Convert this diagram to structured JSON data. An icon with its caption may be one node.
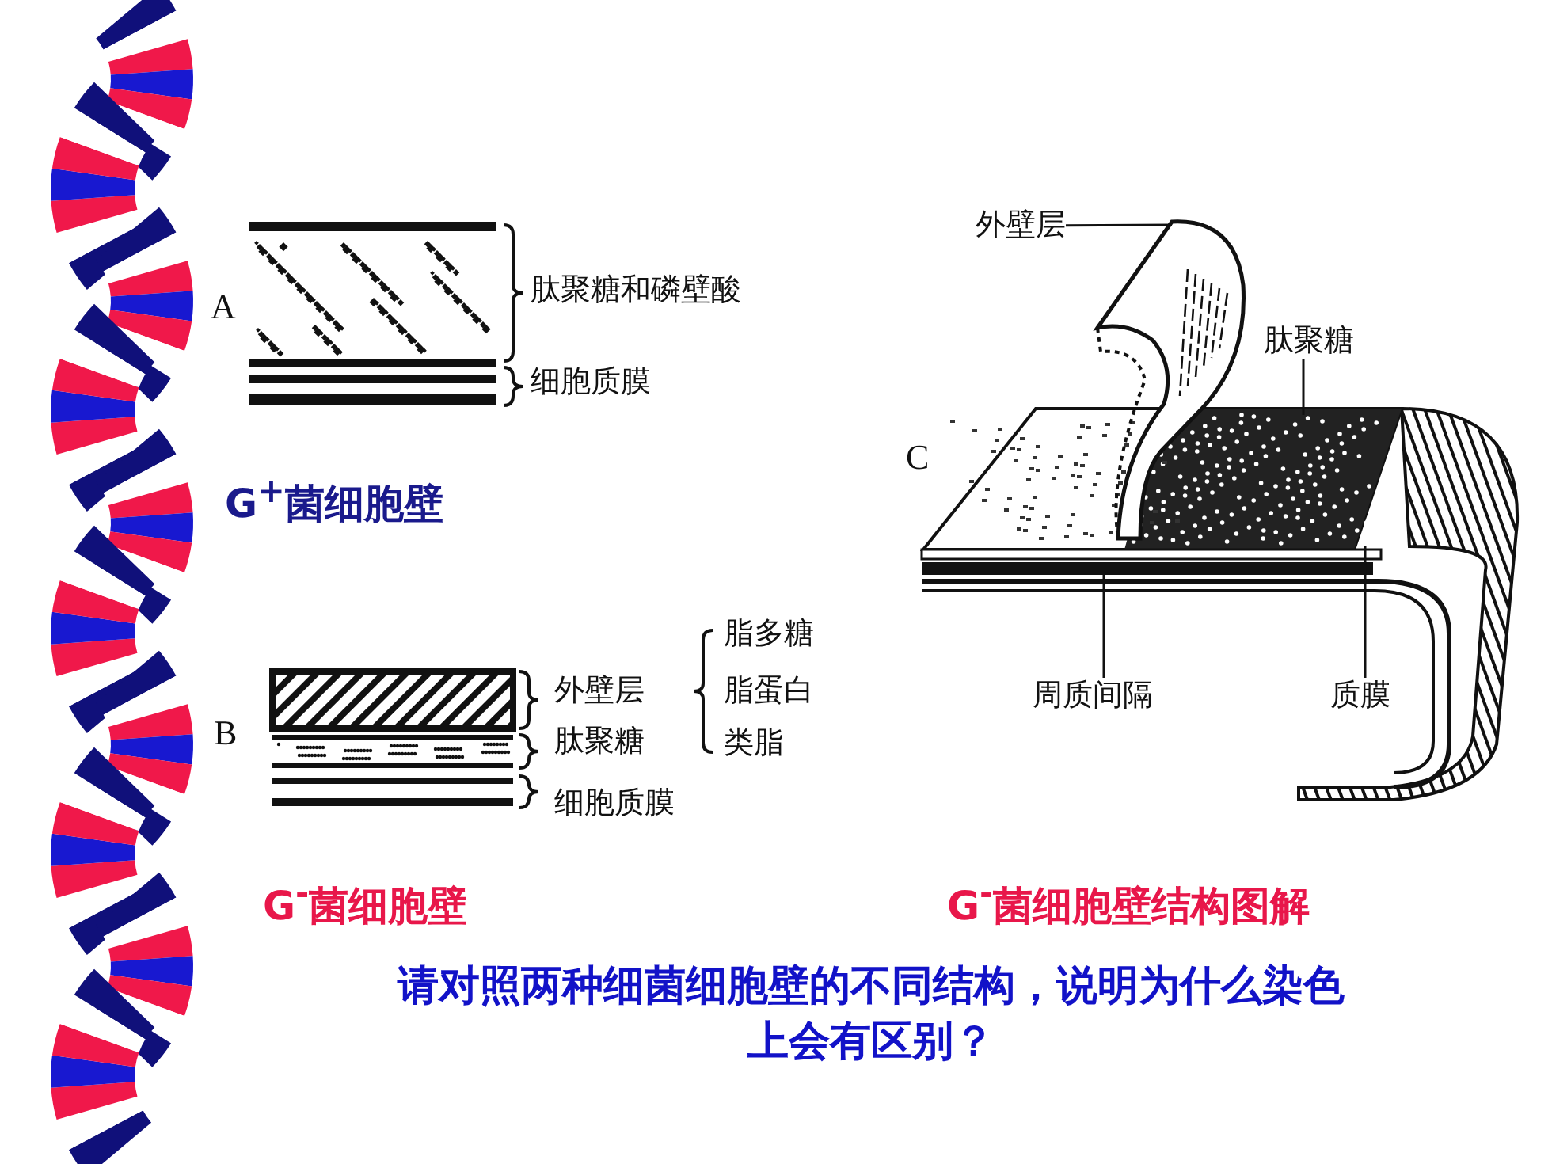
{
  "diagram": {
    "nodes": [
      {
        "text": [
          "外壁层"
        ]
      },
      {
        "text": [
          "肽聚糖"
        ]
      },
      {
        "text": [
          "周质间隔"
        ]
      },
      {
        "text": [
          "质膜"
        ]
      }
    ],
    "edges": [
      {
        "from": 0,
        "to": null,
        "arrow": "none"
      },
      {
        "from": 1,
        "to": null,
        "arrow": "none"
      },
      {
        "from": 2,
        "to": null,
        "arrow": "none"
      },
      {
        "from": 3,
        "to": null,
        "arrow": "none"
      }
    ],
    "labels": [
      "A",
      "肽聚糖和磷壁酸",
      "细胞质膜",
      "G$^{+}$菌细胞壁",
      "C",
      "脂多糖",
      "外壁层",
      "脂蛋白",
      "B",
      "肽聚糖",
      "类脂",
      "细胞质膜",
      "G$^{-}$菌细胞壁",
      "G$^{-}$菌细胞壁结构图解",
      "请对照两种细菌细胞壁的不同结构，说明为什么染色上会有区别？"
    ]
  }
}
